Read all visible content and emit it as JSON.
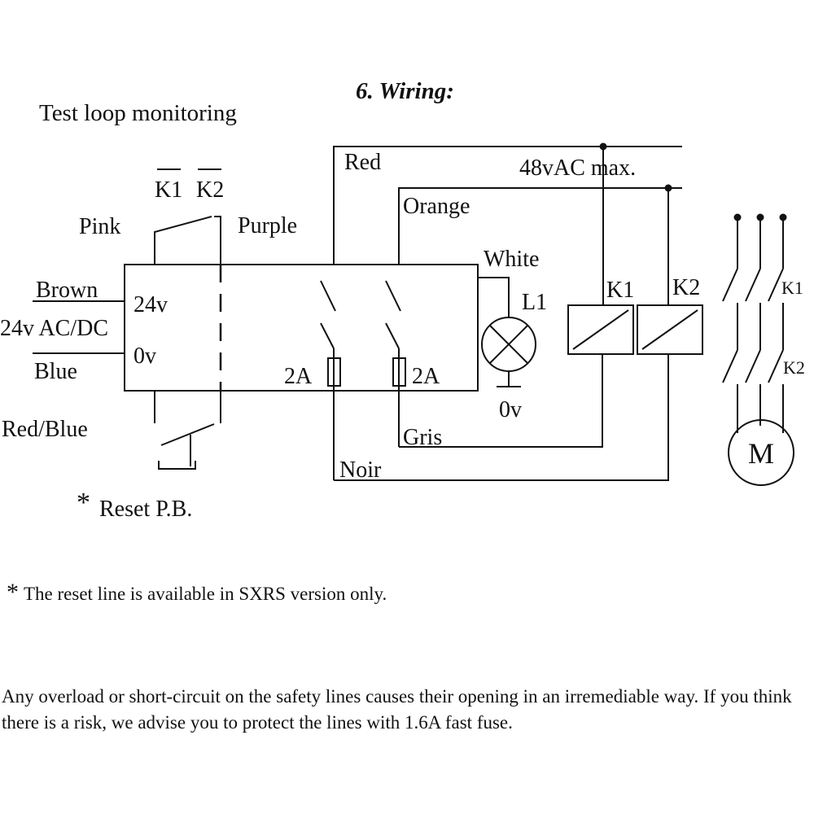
{
  "heading": "6. Wiring:",
  "subtitle": "Test loop monitoring",
  "labels": {
    "k1_bar": "K1",
    "k2_bar": "K2",
    "pink": "Pink",
    "purple": "Purple",
    "brown": "Brown",
    "supply": "24v AC/DC",
    "blue": "Blue",
    "v24": "24v",
    "v0": "0v",
    "red_blue": "Red/Blue",
    "reset_pb": "Reset P.B.",
    "asterisk": "*",
    "red": "Red",
    "orange": "Orange",
    "max_voltage": "48vAC max.",
    "white": "White",
    "l1": "L1",
    "lamp_0v": "0v",
    "fuse_left": "2A",
    "fuse_right": "2A",
    "gris": "Gris",
    "noir": "Noir",
    "relay_k1": "K1",
    "relay_k2": "K2",
    "contact_k1": "K1",
    "contact_k2": "K2",
    "motor": "M"
  },
  "notes": {
    "asterisk": "*",
    "reset_line": "The reset line is available in SXRS version only.",
    "warning": "Any overload or short-circuit on the safety lines causes their opening in an irremediable way. If you think there is a risk, we advise you to protect the lines with 1.6A fast fuse."
  }
}
